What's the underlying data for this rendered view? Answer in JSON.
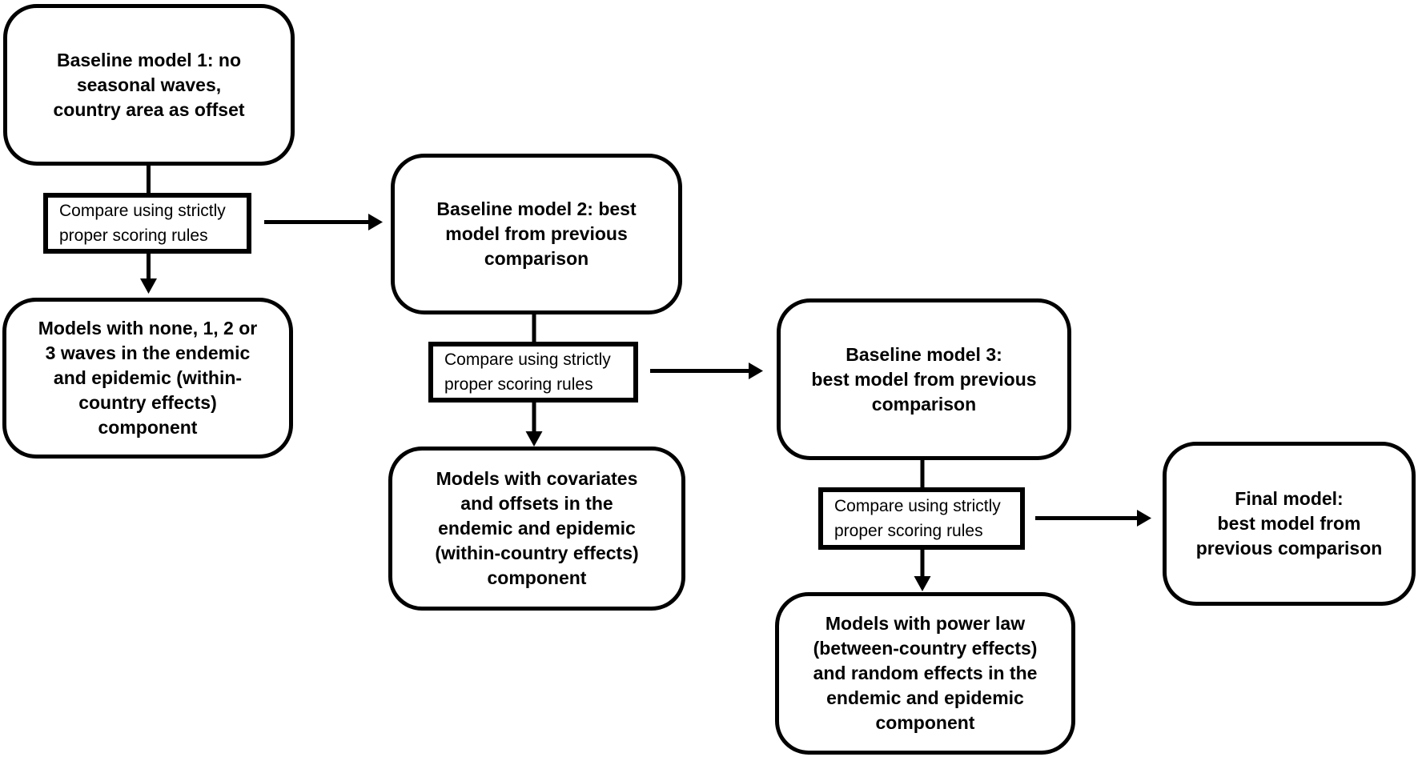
{
  "colors": {
    "background": "#ffffff",
    "stroke": "#000000",
    "text": "#000000"
  },
  "nodes": {
    "baseline1": {
      "label": "Baseline model 1: no\nseasonal waves,\ncountry area as offset"
    },
    "compare1": {
      "label": "Compare using strictly\nproper scoring rules"
    },
    "models1": {
      "label": "Models with none, 1, 2 or\n3 waves in the endemic\nand epidemic (within-\ncountry effects)\ncomponent"
    },
    "baseline2": {
      "label": "Baseline model 2: best\nmodel from previous\ncomparison"
    },
    "compare2": {
      "label": "Compare using strictly\nproper scoring rules"
    },
    "models2": {
      "label": "Models with covariates\nand offsets in the\nendemic and epidemic\n(within-country effects)\ncomponent"
    },
    "baseline3": {
      "label": "Baseline model 3:\nbest model from previous\ncomparison"
    },
    "compare3": {
      "label": "Compare using strictly\nproper scoring rules"
    },
    "models3": {
      "label": "Models with power law\n(between-country effects)\nand random effects in the\nendemic and epidemic\ncomponent"
    },
    "final": {
      "label": "Final model:\nbest model from\nprevious comparison"
    }
  },
  "edges": [
    {
      "from": "baseline1",
      "to": "compare1",
      "style": "plain-line"
    },
    {
      "from": "compare1",
      "to": "models1",
      "style": "arrow-down"
    },
    {
      "from": "compare1",
      "to": "baseline2",
      "style": "arrow-right"
    },
    {
      "from": "baseline2",
      "to": "compare2",
      "style": "plain-line"
    },
    {
      "from": "compare2",
      "to": "models2",
      "style": "arrow-down"
    },
    {
      "from": "compare2",
      "to": "baseline3",
      "style": "arrow-right"
    },
    {
      "from": "baseline3",
      "to": "compare3",
      "style": "plain-line"
    },
    {
      "from": "compare3",
      "to": "models3",
      "style": "arrow-down"
    },
    {
      "from": "compare3",
      "to": "final",
      "style": "arrow-right"
    }
  ]
}
